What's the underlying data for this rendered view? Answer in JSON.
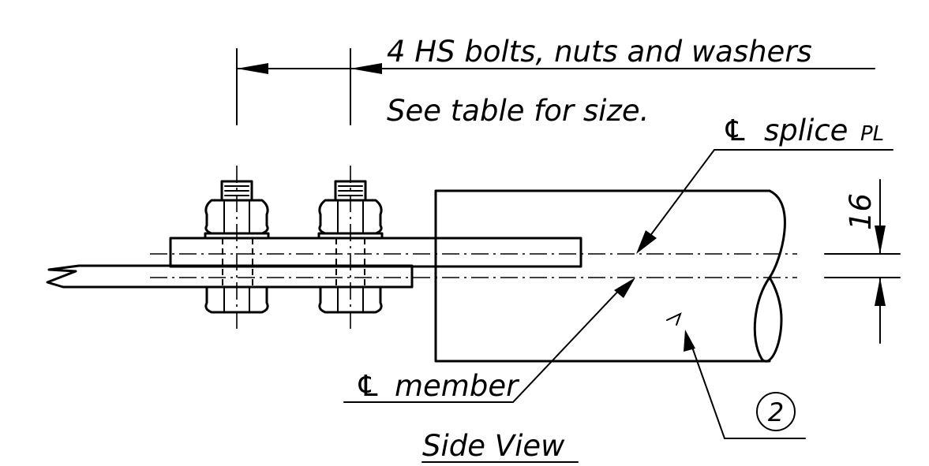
{
  "labels": {
    "bolts_line1": "4 HS  bolts, nuts  and  washers",
    "bolts_line2": "See  table  for  size.",
    "splice_sym": "℄",
    "splice_text": "splice",
    "splice_plate": "PL",
    "member_sym": "℄",
    "member_text": "member",
    "callout": "2",
    "dimension": "16",
    "view_title": "Side View"
  }
}
